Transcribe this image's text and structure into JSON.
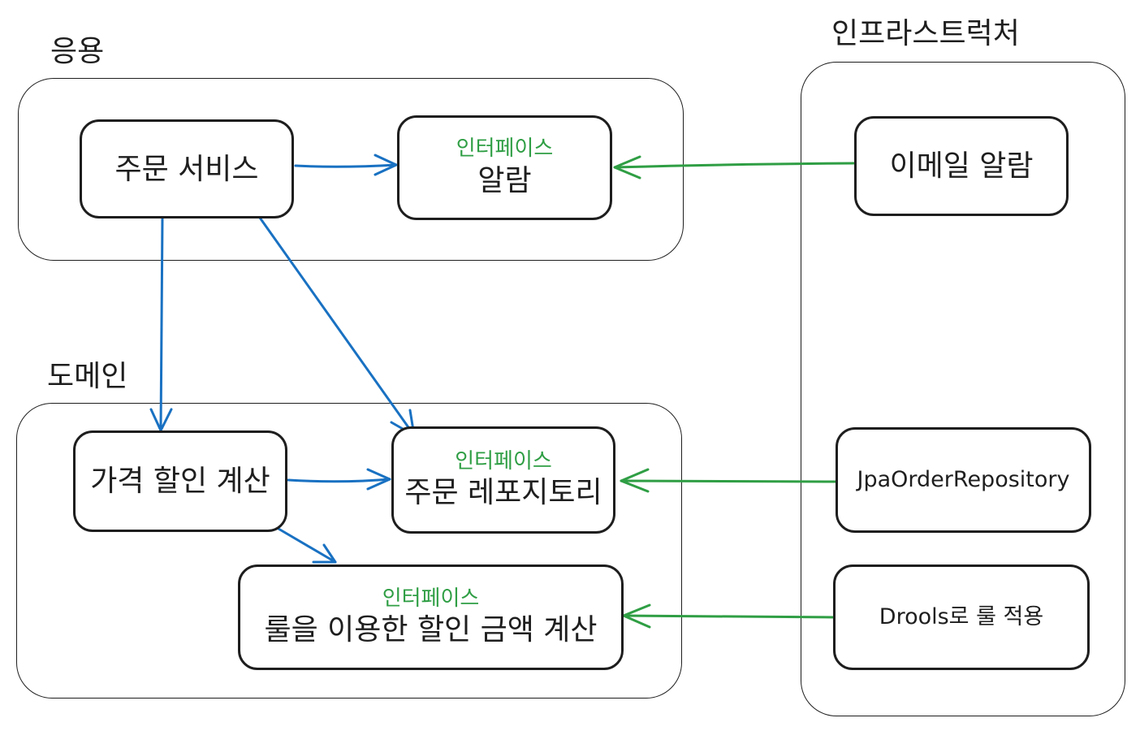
{
  "groups": {
    "application": {
      "label": "응용"
    },
    "domain": {
      "label": "도메인"
    },
    "infrastructure": {
      "label": "인프라스트럭처"
    }
  },
  "nodes": {
    "order_service": {
      "name": "주문 서비스"
    },
    "alarm": {
      "tag": "인터페이스",
      "name": "알람"
    },
    "email_alarm": {
      "name": "이메일 알람"
    },
    "price_discount": {
      "name": "가격 할인 계산"
    },
    "order_repository": {
      "tag": "인터페이스",
      "name": "주문 레포지토리"
    },
    "rule_discount": {
      "tag": "인터페이스",
      "name": "룰을 이용한 할인 금액 계산"
    },
    "jpa_repository": {
      "name": "JpaOrderRepository"
    },
    "drools_rule": {
      "name": "Drools로 룰 적용"
    }
  },
  "colors": {
    "dependency_arrow": "#1971c2",
    "implementation_arrow": "#2f9e44",
    "interface_tag": "#2f9e44",
    "stroke": "#1e1e1e"
  }
}
